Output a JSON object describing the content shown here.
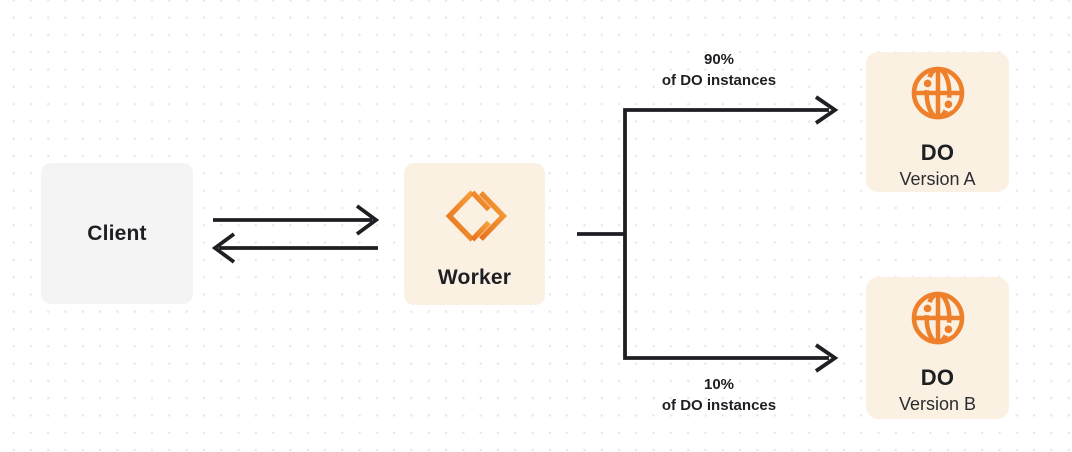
{
  "nodes": {
    "client": {
      "label": "Client"
    },
    "worker": {
      "label": "Worker",
      "icon": "workers-icon"
    },
    "do_a": {
      "title": "DO",
      "subtitle": "Version A",
      "icon": "durable-object-globe-icon"
    },
    "do_b": {
      "title": "DO",
      "subtitle": "Version B",
      "icon": "durable-object-globe-icon"
    }
  },
  "branches": {
    "top": {
      "percent": "90%",
      "caption": "of DO instances"
    },
    "bottom": {
      "percent": "10%",
      "caption": "of DO instances"
    }
  },
  "colors": {
    "orange": "#EE7F2B",
    "orange-light": "#F6A03C",
    "cream": "#FBF1E3",
    "box-gray": "#F4F4F5",
    "ink": "#1E1F23",
    "dot": "#E9E9EB"
  }
}
